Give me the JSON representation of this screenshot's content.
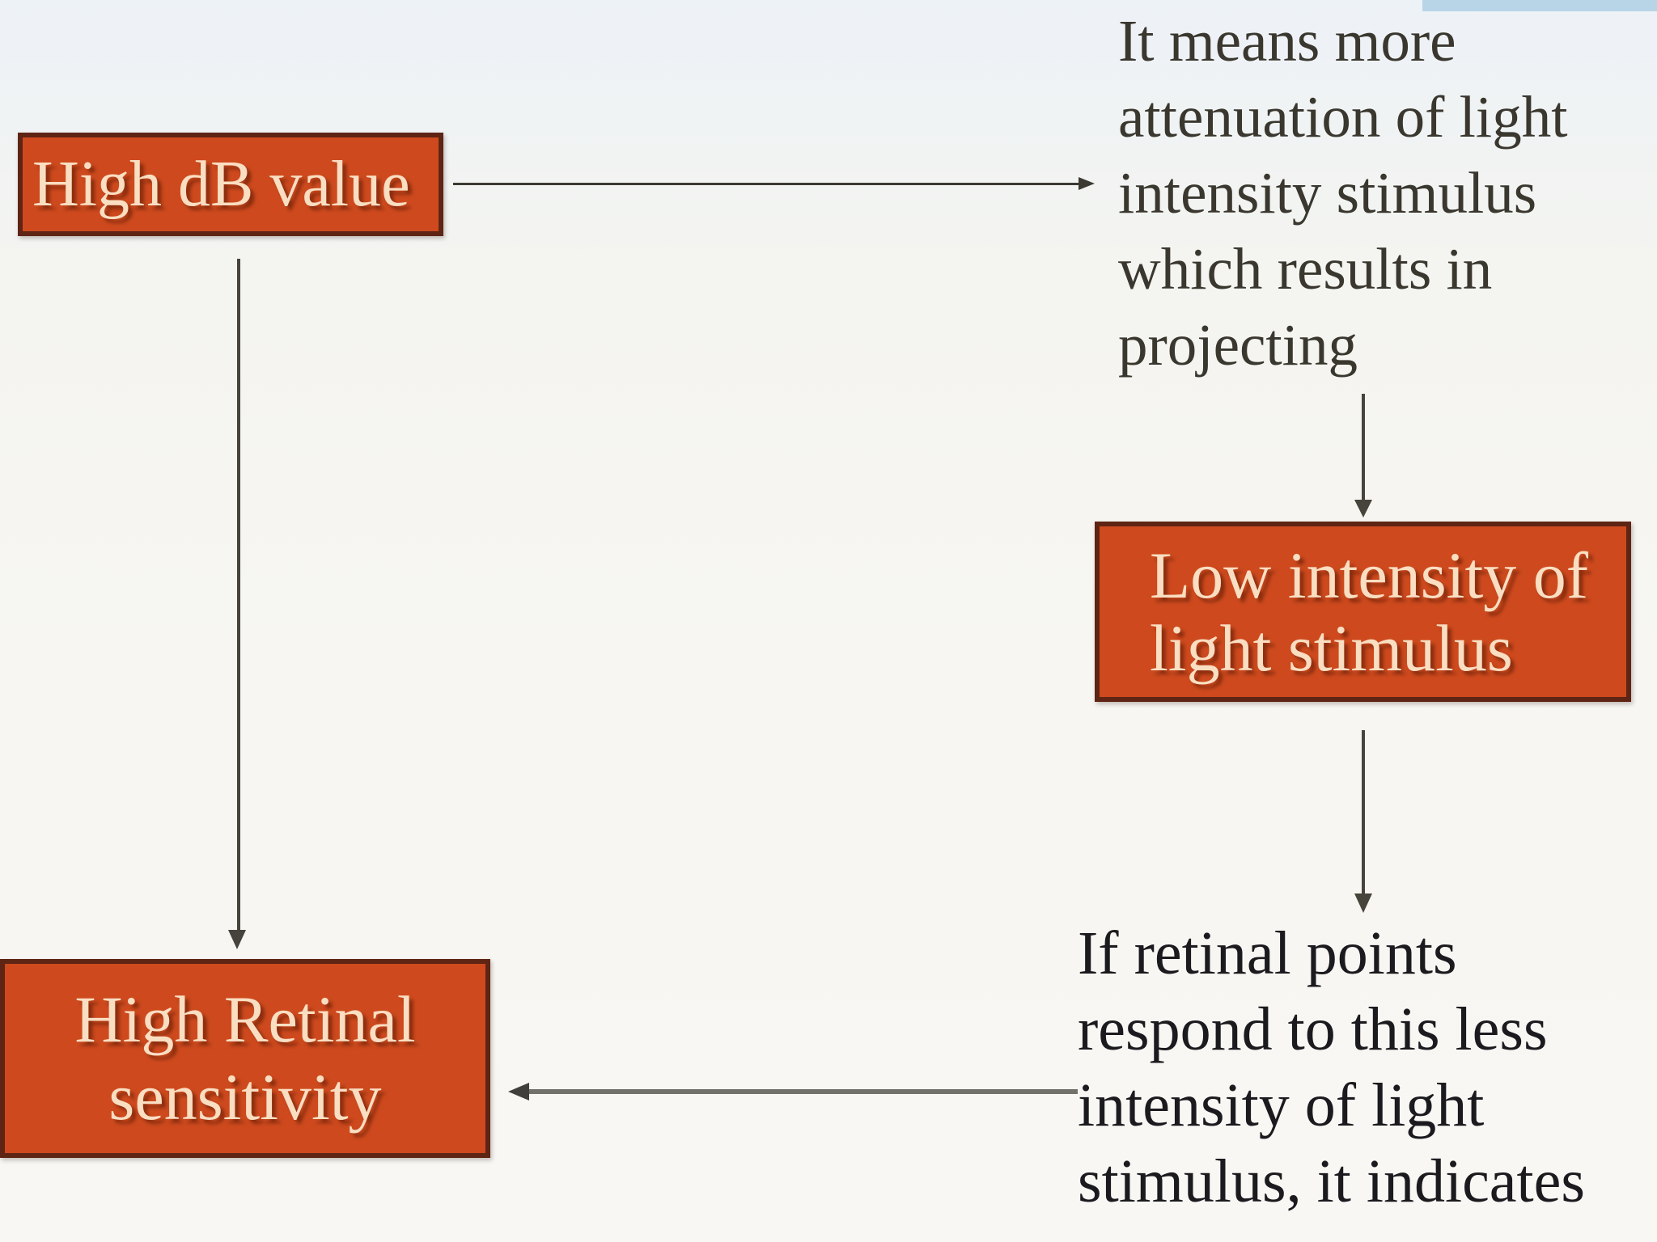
{
  "boxes": {
    "high_db": {
      "label": "High dB value"
    },
    "low_intensity": {
      "lines": [
        "Low intensity of",
        "light stimulus"
      ]
    },
    "high_retinal": {
      "lines": [
        "High Retinal",
        "sensitivity"
      ]
    }
  },
  "paragraphs": {
    "attenuation": {
      "lines": [
        "It means more",
        "attenuation of light",
        "intensity stimulus",
        "which results in",
        "projecting"
      ]
    },
    "retinal_response": {
      "lines": [
        "If retinal points",
        "respond to this less",
        "intensity of light",
        "stimulus, it indicates"
      ]
    }
  },
  "colors": {
    "box_fill": "#ce4a1e",
    "box_border": "#5e2414",
    "box_text": "#f9dec2",
    "paragraph_text_dark": "#1b1a1e",
    "paragraph_text_olive": "#3a372f",
    "arrow_dark": "#3c3a33",
    "arrow_olive": "#72716a",
    "accent_bar": "#b7d5e7",
    "background_top": "#edf2f7",
    "background": "#f7f6f2"
  }
}
